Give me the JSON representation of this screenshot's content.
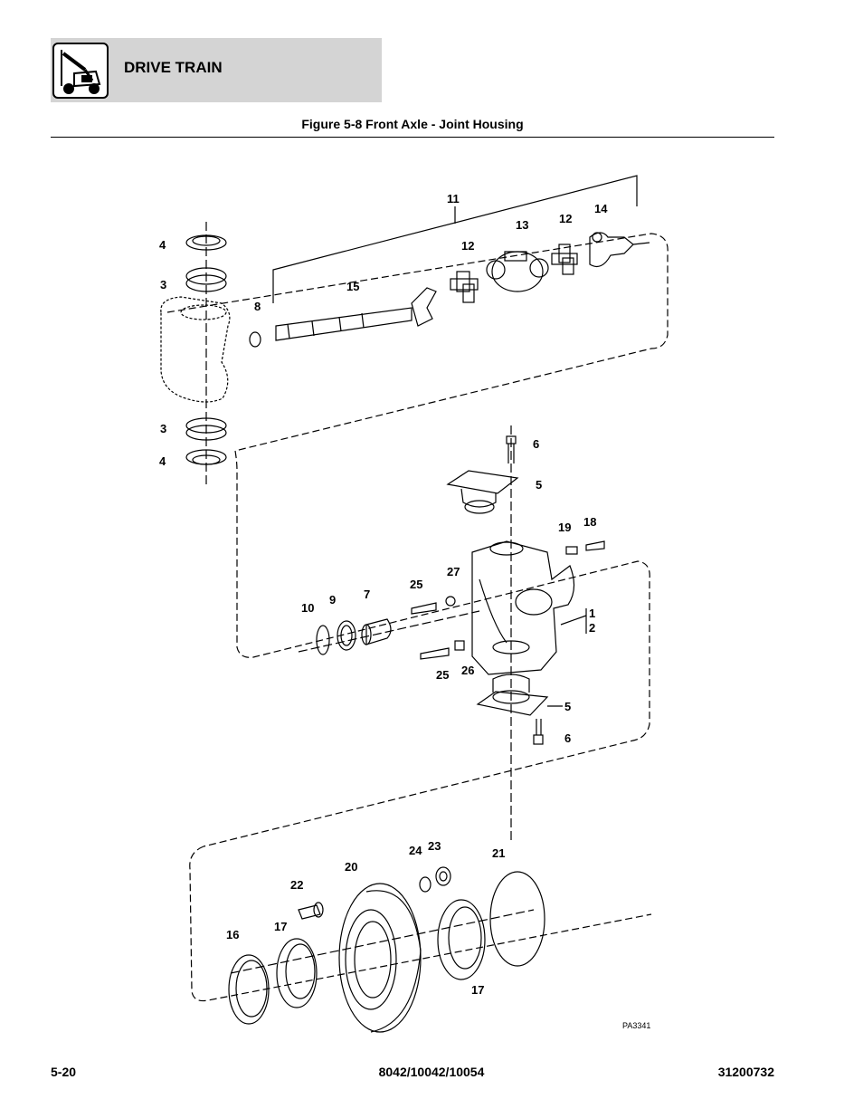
{
  "header": {
    "section_title": "DRIVE TRAIN",
    "logo_icon": "telehandler-icon"
  },
  "figure": {
    "title": "Figure 5-8 Front Axle - Joint Housing",
    "code": "PA3341",
    "callouts": {
      "c1": "1",
      "c2": "2",
      "c3a": "3",
      "c3b": "3",
      "c4a": "4",
      "c4b": "4",
      "c5a": "5",
      "c5b": "5",
      "c6a": "6",
      "c6b": "6",
      "c7": "7",
      "c8": "8",
      "c9": "9",
      "c10": "10",
      "c11": "11",
      "c12a": "12",
      "c12b": "12",
      "c13": "13",
      "c14": "14",
      "c15": "15",
      "c16": "16",
      "c17a": "17",
      "c17b": "17",
      "c18": "18",
      "c19": "19",
      "c20": "20",
      "c21": "21",
      "c22": "22",
      "c23": "23",
      "c24": "24",
      "c25a": "25",
      "c25b": "25",
      "c26": "26",
      "c27": "27"
    }
  },
  "footer": {
    "page_number": "5-20",
    "models": "8042/10042/10054",
    "doc_number": "31200732"
  }
}
